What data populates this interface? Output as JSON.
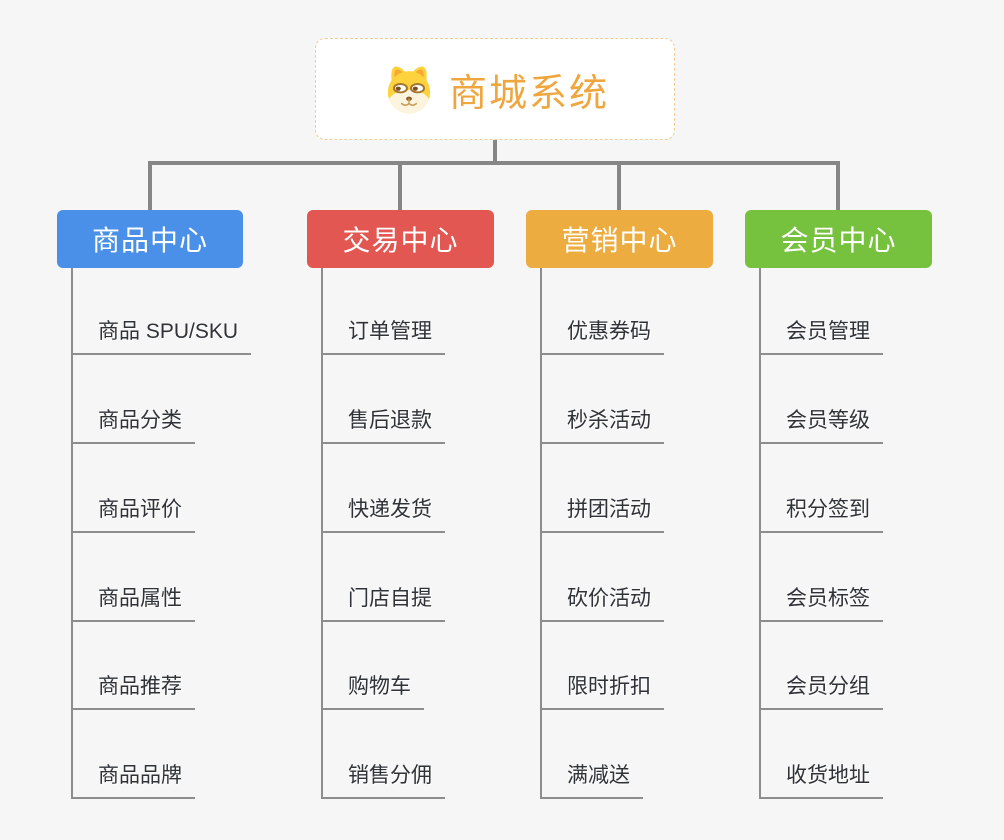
{
  "page": {
    "background_color": "#f6f6f6"
  },
  "root": {
    "title": "商城系统",
    "icon": "dog-face-icon",
    "title_color": "#f0a63e",
    "border_color": "#f0cc96"
  },
  "connector_color": "#868686",
  "branches": [
    {
      "label": "商品中心",
      "color": "#4a8fe8",
      "items": [
        "商品 SPU/SKU",
        "商品分类",
        "商品评价",
        "商品属性",
        "商品推荐",
        "商品品牌"
      ]
    },
    {
      "label": "交易中心",
      "color": "#e25752",
      "items": [
        "订单管理",
        "售后退款",
        "快递发货",
        "门店自提",
        "购物车",
        "销售分佣"
      ]
    },
    {
      "label": "营销中心",
      "color": "#ecac40",
      "items": [
        "优惠券码",
        "秒杀活动",
        "拼团活动",
        "砍价活动",
        "限时折扣",
        "满减送"
      ]
    },
    {
      "label": "会员中心",
      "color": "#76c13e",
      "items": [
        "会员管理",
        "会员等级",
        "积分签到",
        "会员标签",
        "会员分组",
        "收货地址"
      ]
    }
  ]
}
